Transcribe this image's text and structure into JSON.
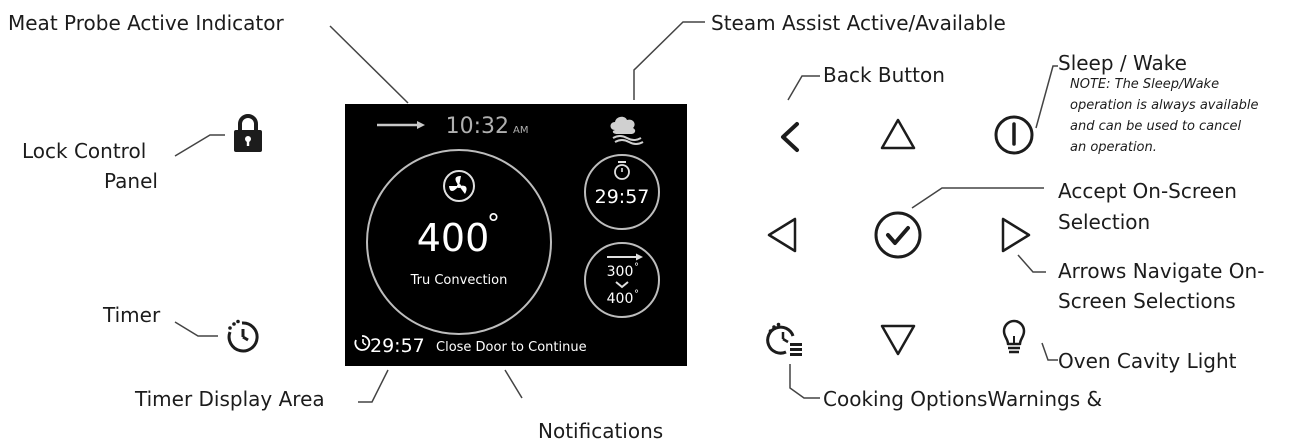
{
  "callouts": {
    "meat_probe": "Meat Probe Active Indicator",
    "steam_assist": "Steam Assist Active/Available",
    "sleep_wake": "Sleep / Wake",
    "sleep_note": [
      "NOTE:  The Sleep/Wake",
      "operation is always available",
      "and can be used to cancel",
      "an operation."
    ],
    "back_button": "Back Button",
    "lock_control": [
      "Lock Control",
      "Panel"
    ],
    "accept": [
      "Accept On-Screen",
      "Selection"
    ],
    "arrows": [
      "Arrows Navigate On-",
      "Screen Selections"
    ],
    "timer": "Timer",
    "oven_light": "Oven Cavity Light",
    "timer_display": "Timer Display Area",
    "cooking_options": "Cooking OptionsWarnings &",
    "notifications": "Notifications"
  },
  "screen": {
    "clock_time": "10:32",
    "clock_ampm": "AM",
    "temperature": "400",
    "temperature_unit": "°",
    "mode": "Tru Convection",
    "timer_value": "29:57",
    "probe_current": "300",
    "probe_target": "400",
    "degree": "°",
    "status_timer": "29:57",
    "status_message": "Close Door to Continue"
  },
  "colors": {
    "ink": "#1c1c1c",
    "screen_bg": "#000000",
    "screen_text": "#ffffff",
    "screen_ring": "#bdbdbd",
    "screen_dim": "#b0b0b0"
  },
  "icons": [
    "lock-icon",
    "timer-icon",
    "back-chevron-icon",
    "up-arrow-icon",
    "power-icon",
    "left-arrow-icon",
    "check-icon",
    "right-arrow-icon",
    "cooking-options-icon",
    "down-arrow-icon",
    "lightbulb-icon",
    "probe-icon",
    "steam-icon",
    "fan-icon",
    "stopwatch-icon"
  ]
}
